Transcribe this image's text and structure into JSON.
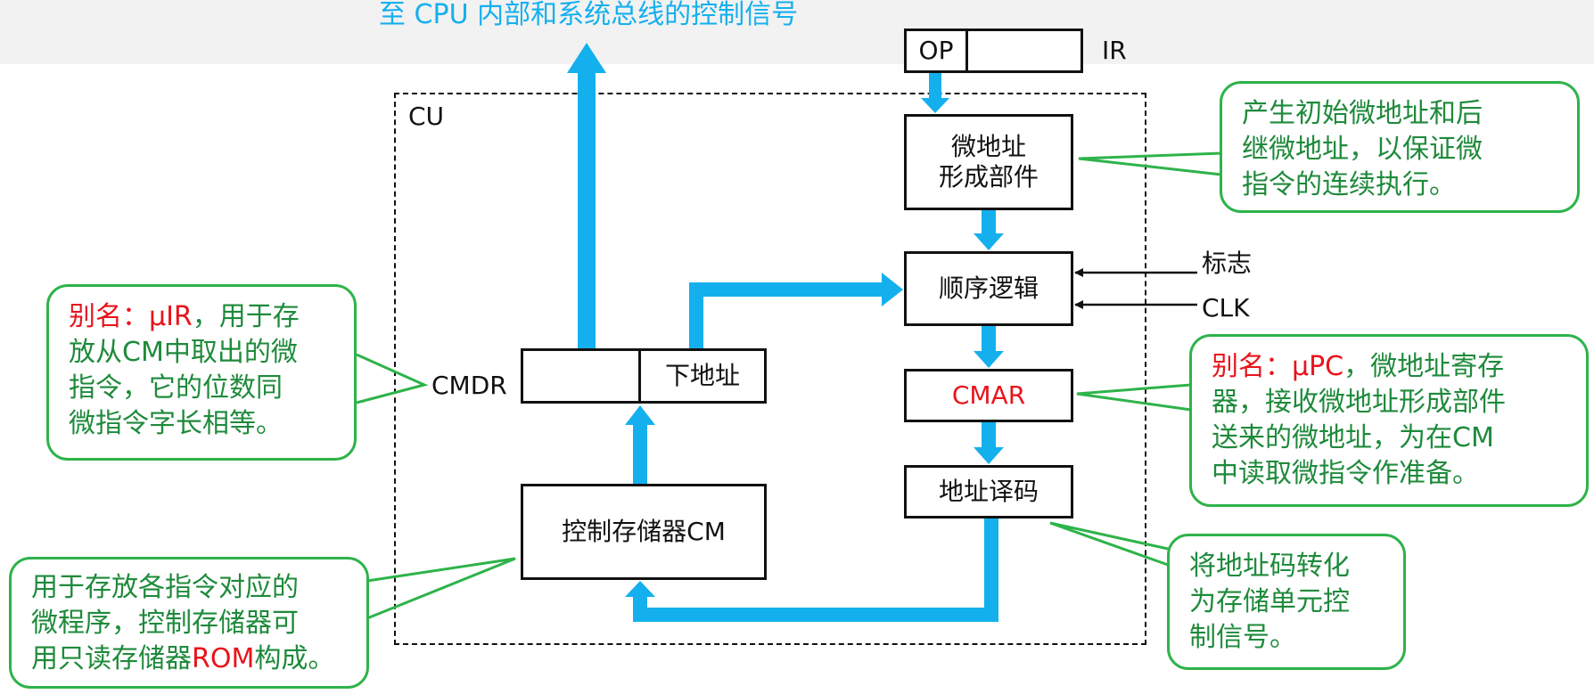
{
  "top_label": "至 CPU 内部和系统总线的控制信号",
  "cu_label": "CU",
  "ir": {
    "op": "OP",
    "label": "IR"
  },
  "blocks": {
    "micro_addr_gen_l1": "微地址",
    "micro_addr_gen_l2": "形成部件",
    "sequence_logic": "顺序逻辑",
    "cmar": "CMAR",
    "addr_decode": "地址译码",
    "cm": "控制存储器CM",
    "next_addr": "下地址",
    "cmdr": "CMDR"
  },
  "inputs": {
    "flag": "标志",
    "clk": "CLK"
  },
  "callouts": {
    "micro_addr": [
      "产生初始微地址和后",
      "继微地址，以保证微",
      "指令的连续执行。"
    ],
    "cmdr": {
      "alias_prefix": "别名：μIR",
      "rest_l1": "，用于存",
      "lines": [
        "放从CM中取出的微",
        "指令，它的位数同",
        "微指令字长相等。"
      ]
    },
    "cmar": {
      "alias_prefix": "别名：μPC",
      "rest_l1": "，微地址寄存",
      "lines": [
        "器，接收微地址形成部件",
        "送来的微地址，为在CM",
        "中读取微指令作准备。"
      ]
    },
    "decode": [
      "将地址码转化",
      "为存储单元控",
      "制信号。"
    ],
    "cm": {
      "l1": "用于存放各指令对应的",
      "l2": "微程序，控制存储器可",
      "l3_prefix": "用只读存储器",
      "l3_red": "ROM",
      "l3_suffix": "构成。"
    }
  },
  "colors": {
    "arrow_blue": "#14b0ee",
    "callout_green": "#2eb34a",
    "alias_red": "#e8141c"
  }
}
